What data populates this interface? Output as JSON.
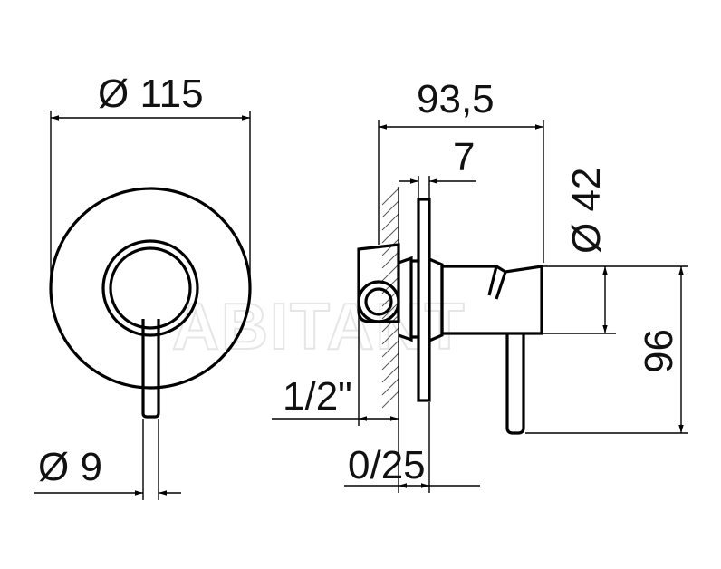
{
  "dimensions": {
    "front_diameter": "Ø 115",
    "stem_diameter": "Ø 9",
    "overall_depth": "93,5",
    "plate_depth": "7",
    "body_diameter": "Ø 42",
    "height": "96",
    "thread": "1/2\"",
    "adjustment": "0/25"
  },
  "watermark": "ABITANT"
}
